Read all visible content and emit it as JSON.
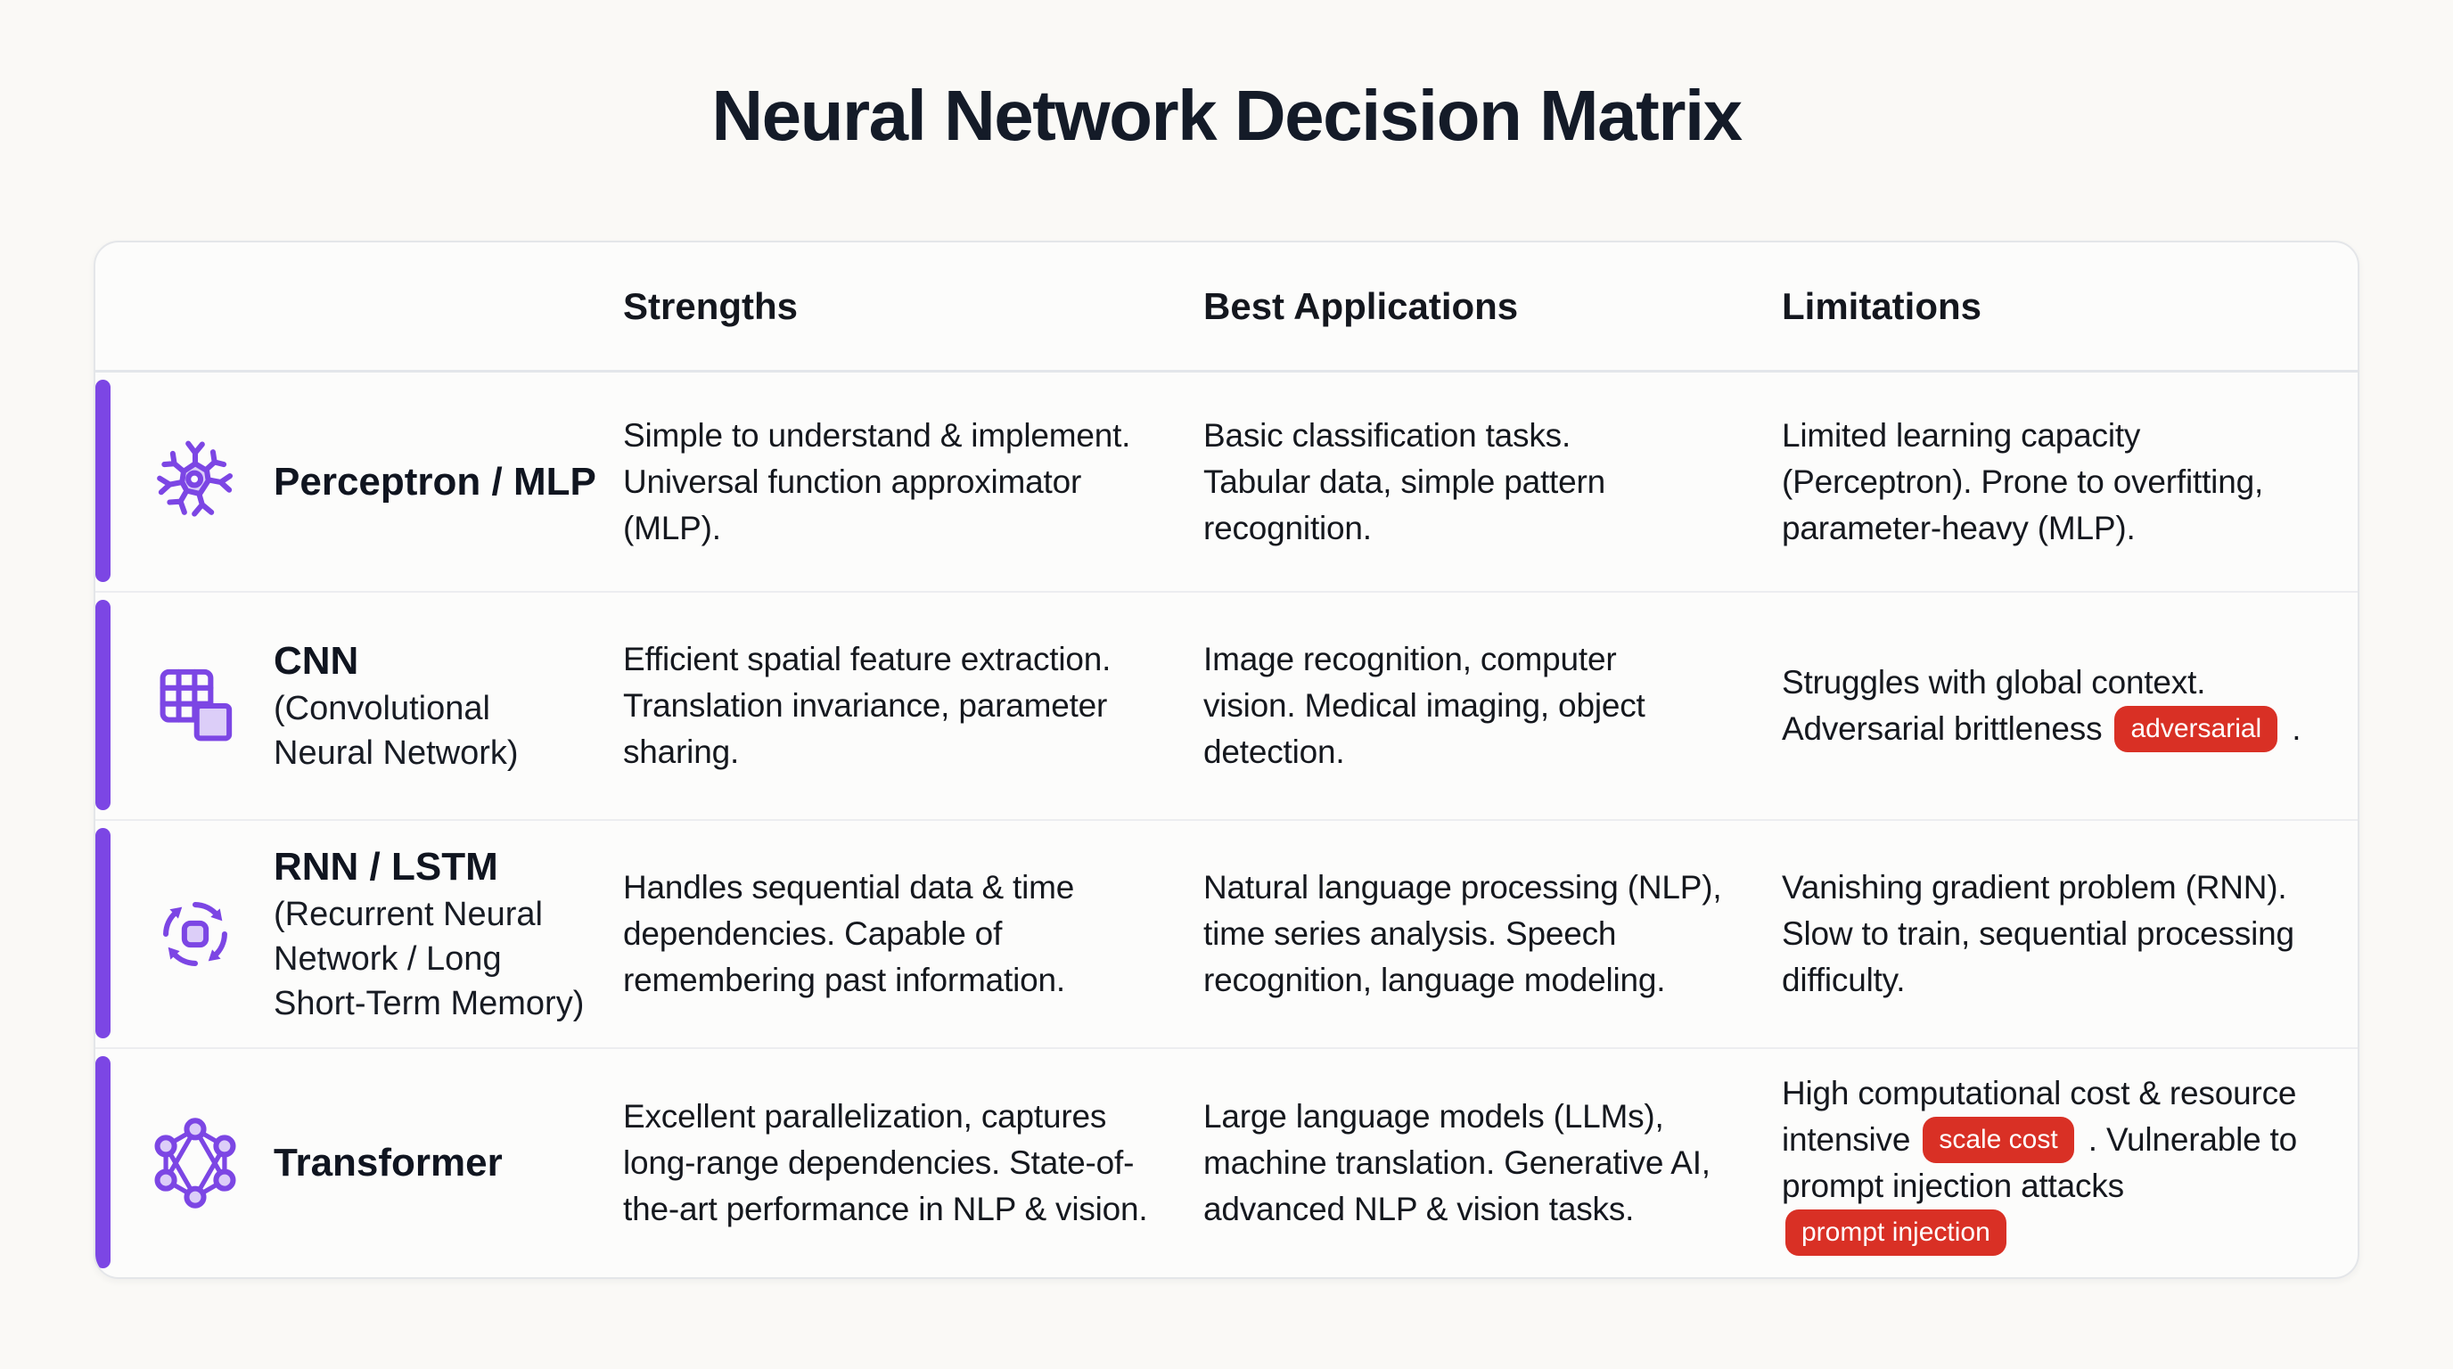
{
  "title": "Neural Network Decision Matrix",
  "columns": {
    "strengths": "Strengths",
    "applications": "Best Applications",
    "limitations": "Limitations"
  },
  "rows": [
    {
      "icon": "neuron-icon",
      "name": "Perceptron / MLP",
      "subname": "",
      "strengths": "Simple to understand & implement.\nUniversal function approximator\n(MLP).",
      "applications": "Basic classification tasks.\nTabular data, simple pattern\nrecognition.",
      "limitations": [
        {
          "type": "text",
          "value": "Limited learning capacity\n(Perceptron). Prone to overfitting,\nparameter-heavy (MLP)."
        }
      ]
    },
    {
      "icon": "conv-grid-icon",
      "name": "CNN",
      "subname": "(Convolutional\nNeural Network)",
      "strengths": "Efficient spatial feature extraction.\nTranslation invariance, parameter\nsharing.",
      "applications": "Image recognition, computer\nvision. Medical imaging, object\ndetection.",
      "limitations": [
        {
          "type": "text",
          "value": "Struggles with global context.\nAdversarial brittleness "
        },
        {
          "type": "badge",
          "value": "adversarial"
        },
        {
          "type": "text",
          "value": " ."
        }
      ]
    },
    {
      "icon": "recurrent-loop-icon",
      "name": "RNN / LSTM",
      "subname": "(Recurrent Neural\nNetwork / Long\nShort-Term Memory)",
      "strengths": "Handles sequential data & time\ndependencies. Capable of\nremembering past information.",
      "applications": "Natural language processing (NLP),\ntime series analysis. Speech\nrecognition, language modeling.",
      "limitations": [
        {
          "type": "text",
          "value": "Vanishing gradient problem (RNN).\nSlow to train, sequential processing\ndifficulty."
        }
      ]
    },
    {
      "icon": "attention-graph-icon",
      "name": "Transformer",
      "subname": "",
      "strengths": "Excellent parallelization, captures\nlong-range dependencies. State-of-\nthe-art performance in NLP & vision.",
      "applications": "Large language models (LLMs),\nmachine translation. Generative AI,\nadvanced NLP & vision tasks.",
      "limitations": [
        {
          "type": "text",
          "value": "High computational cost & resource\nintensive "
        },
        {
          "type": "badge",
          "value": "scale cost"
        },
        {
          "type": "text",
          "value": " . Vulnerable to\nprompt injection attacks "
        },
        {
          "type": "badge",
          "value": "prompt injection"
        }
      ]
    }
  ],
  "colors": {
    "accent": "#7C46E4",
    "accent_light": "#DCCEF8",
    "badge": "#D93025",
    "title_text": "#141B28",
    "body_text": "#15181E"
  }
}
